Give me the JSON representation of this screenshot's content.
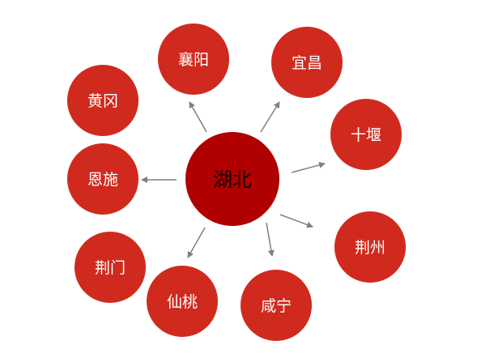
{
  "diagram": {
    "center": {
      "label": "湖北",
      "color": "#b00000"
    },
    "node_color": "#d02a1e",
    "arrow_color": "#7f7f7f",
    "nodes": [
      {
        "id": "xiangyang",
        "label": "襄阳"
      },
      {
        "id": "yichang",
        "label": "宜昌"
      },
      {
        "id": "huanggang",
        "label": "黄冈"
      },
      {
        "id": "shiyan",
        "label": "十堰"
      },
      {
        "id": "enshi",
        "label": "恩施"
      },
      {
        "id": "jingzhou",
        "label": "荆州"
      },
      {
        "id": "jingmen",
        "label": "荆门"
      },
      {
        "id": "xiantao",
        "label": "仙桃"
      },
      {
        "id": "xianning",
        "label": "咸宁"
      }
    ]
  }
}
